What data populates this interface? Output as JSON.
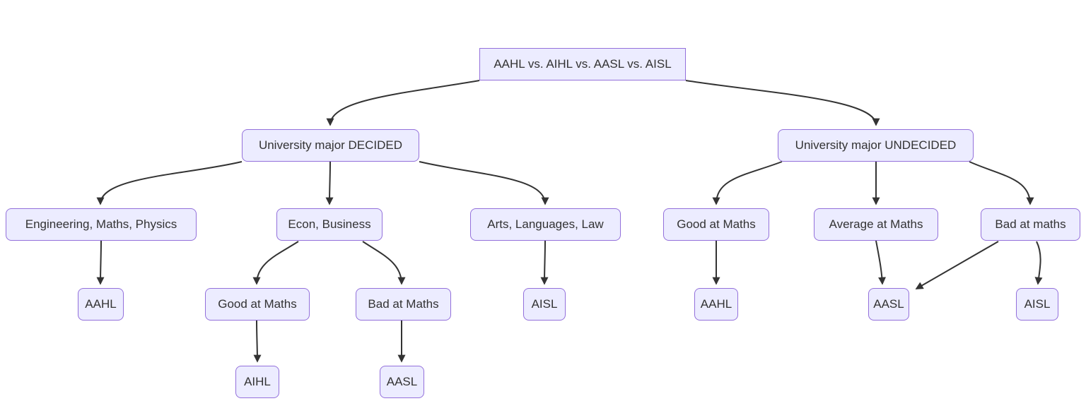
{
  "diagram": {
    "type": "flowchart",
    "direction": "top-down",
    "nodes": {
      "root": {
        "label": "AAHL vs. AIHL vs. AASL vs. AISL",
        "shape": "rectangle"
      },
      "decided": {
        "label": "University major DECIDED",
        "shape": "rounded"
      },
      "undecided": {
        "label": "University major UNDECIDED",
        "shape": "rounded"
      },
      "eng": {
        "label": "Engineering, Maths, Physics",
        "shape": "rounded"
      },
      "econ": {
        "label": "Econ, Business",
        "shape": "rounded"
      },
      "arts": {
        "label": "Arts, Languages, Law",
        "shape": "rounded"
      },
      "aahl_decided": {
        "label": "AAHL",
        "shape": "rounded"
      },
      "good_decided": {
        "label": "Good at Maths",
        "shape": "rounded"
      },
      "bad_decided": {
        "label": "Bad at Maths",
        "shape": "rounded"
      },
      "aisl_decided": {
        "label": "AISL",
        "shape": "rounded"
      },
      "aihl_decided": {
        "label": "AIHL",
        "shape": "rounded"
      },
      "aasl_decided": {
        "label": "AASL",
        "shape": "rounded"
      },
      "good_undecided": {
        "label": "Good at Maths",
        "shape": "rounded"
      },
      "average_undecided": {
        "label": "Average at Maths",
        "shape": "rounded"
      },
      "bad_undecided": {
        "label": "Bad at maths",
        "shape": "rounded"
      },
      "aahl_undecided": {
        "label": "AAHL",
        "shape": "rounded"
      },
      "aasl_undecided": {
        "label": "AASL",
        "shape": "rounded"
      },
      "aisl_undecided": {
        "label": "AISL",
        "shape": "rounded"
      }
    },
    "edges": [
      {
        "from": "root",
        "to": "decided"
      },
      {
        "from": "root",
        "to": "undecided"
      },
      {
        "from": "decided",
        "to": "eng"
      },
      {
        "from": "decided",
        "to": "econ"
      },
      {
        "from": "decided",
        "to": "arts"
      },
      {
        "from": "eng",
        "to": "aahl_decided"
      },
      {
        "from": "econ",
        "to": "good_decided"
      },
      {
        "from": "econ",
        "to": "bad_decided"
      },
      {
        "from": "arts",
        "to": "aisl_decided"
      },
      {
        "from": "good_decided",
        "to": "aihl_decided"
      },
      {
        "from": "bad_decided",
        "to": "aasl_decided"
      },
      {
        "from": "undecided",
        "to": "good_undecided"
      },
      {
        "from": "undecided",
        "to": "average_undecided"
      },
      {
        "from": "undecided",
        "to": "bad_undecided"
      },
      {
        "from": "good_undecided",
        "to": "aahl_undecided"
      },
      {
        "from": "average_undecided",
        "to": "aasl_undecided"
      },
      {
        "from": "bad_undecided",
        "to": "aasl_undecided"
      },
      {
        "from": "bad_undecided",
        "to": "aisl_undecided"
      }
    ],
    "colors": {
      "node_fill": "#ECECFF",
      "node_border": "#9370DB",
      "edge": "#333333",
      "text": "#333333",
      "background": "#FFFFFF"
    }
  }
}
